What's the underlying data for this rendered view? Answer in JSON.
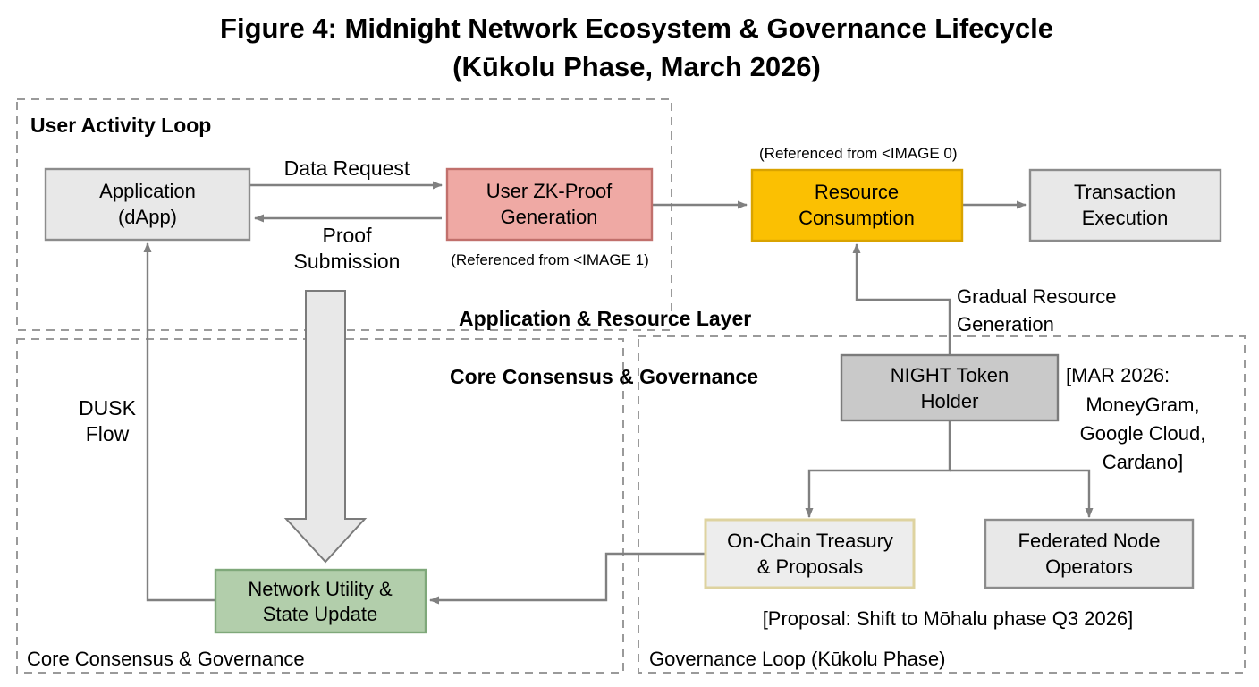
{
  "figure": {
    "title_line1": "Figure 4: Midnight Network Ecosystem & Governance Lifecycle",
    "title_line2": "(Kūkolu Phase, March 2026)"
  },
  "zones": {
    "user_activity_loop": "User Activity Loop",
    "application_resource_layer": "Application & Resource Layer",
    "core_consensus_governance_header": "Core Consensus & Governance",
    "core_consensus_governance_footer": "Core Consensus & Governance",
    "governance_loop": "Governance Loop (Kūkolu Phase)"
  },
  "nodes": {
    "application": {
      "line1": "Application",
      "line2": "(dApp)",
      "fill": "#e8e8e8",
      "stroke": "#8c8c8c"
    },
    "zk_proof": {
      "line1": "User ZK-Proof",
      "line2": "Generation",
      "fill": "#efa9a4",
      "stroke": "#c1706c"
    },
    "resource_consumption": {
      "line1": "Resource",
      "line2": "Consumption",
      "fill": "#fbc002",
      "stroke": "#d9a300"
    },
    "transaction_execution": {
      "line1": "Transaction",
      "line2": "Execution",
      "fill": "#e8e8e8",
      "stroke": "#8c8c8c"
    },
    "night_token_holder": {
      "line1": "NIGHT Token",
      "line2": "Holder",
      "fill": "#c9c9c9",
      "stroke": "#7b7b7b"
    },
    "treasury": {
      "line1": "On-Chain Treasury",
      "line2": "& Proposals",
      "fill": "#ededed",
      "stroke": "#ded3a0"
    },
    "federated_nodes": {
      "line1": "Federated Node",
      "line2": "Operators",
      "fill": "#e8e8e8",
      "stroke": "#8c8c8c"
    },
    "network_utility": {
      "line1": "Network Utility &",
      "line2": "State Update",
      "fill": "#b2ceab",
      "stroke": "#7fa87a"
    }
  },
  "edge_labels": {
    "data_request": "Data Request",
    "proof_submission_l1": "Proof",
    "proof_submission_l2": "Submission",
    "gradual_resource_l1": "Gradual Resource",
    "gradual_resource_l2": "Generation",
    "dusk_flow_l1": "DUSK",
    "dusk_flow_l2": "Flow"
  },
  "annotations": {
    "ref_image_0": "(Referenced from <IMAGE 0)",
    "ref_image_1": "(Referenced from <IMAGE 1)",
    "mar_2026_l1": "[MAR 2026:",
    "mar_2026_l2": "MoneyGram,",
    "mar_2026_l3": "Google Cloud,",
    "mar_2026_l4": "Cardano]",
    "proposal": "[Proposal: Shift to Mōhalu phase Q3 2026]"
  }
}
